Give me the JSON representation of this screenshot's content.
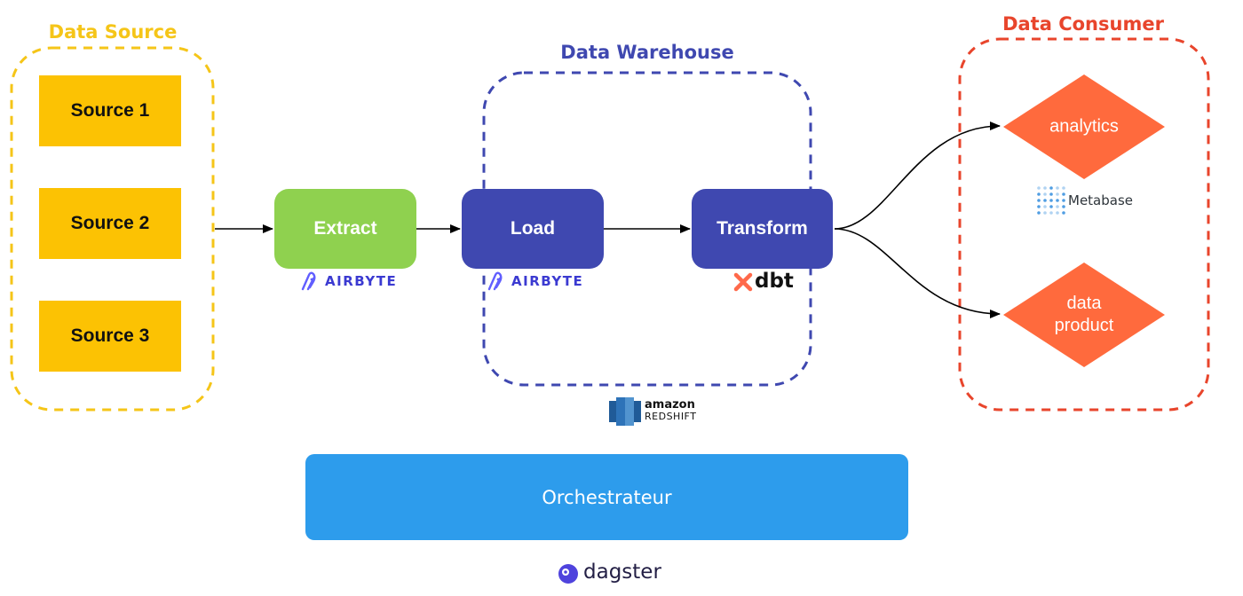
{
  "groups": {
    "source": {
      "title": "Data Source",
      "color": "#f5c518"
    },
    "warehouse": {
      "title": "Data Warehouse",
      "color": "#3f48b0"
    },
    "consumer": {
      "title": "Data Consumer",
      "color": "#e8452c"
    }
  },
  "sources": [
    "Source 1",
    "Source 2",
    "Source 3"
  ],
  "steps": {
    "extract": {
      "label": "Extract",
      "tool": "AIRBYTE",
      "color": "#8fd14f"
    },
    "load": {
      "label": "Load",
      "tool": "AIRBYTE",
      "color": "#3f48b0"
    },
    "transform": {
      "label": "Transform",
      "tool": "dbt",
      "color": "#3f48b0"
    }
  },
  "warehouse_tool": {
    "line1": "amazon",
    "line2": "REDSHIFT"
  },
  "consumers": {
    "analytics": {
      "label": "analytics",
      "tool": "Metabase"
    },
    "data_product": {
      "line1": "data",
      "line2": "product"
    }
  },
  "consumer_color": "#ff6a3d",
  "orchestrator": {
    "label": "Orchestrateur",
    "tool": "dagster",
    "color": "#2d9cec"
  },
  "icons": [
    "airbyte-logo-icon",
    "dbt-logo-icon",
    "metabase-logo-icon",
    "redshift-logo-icon",
    "dagster-logo-icon"
  ]
}
